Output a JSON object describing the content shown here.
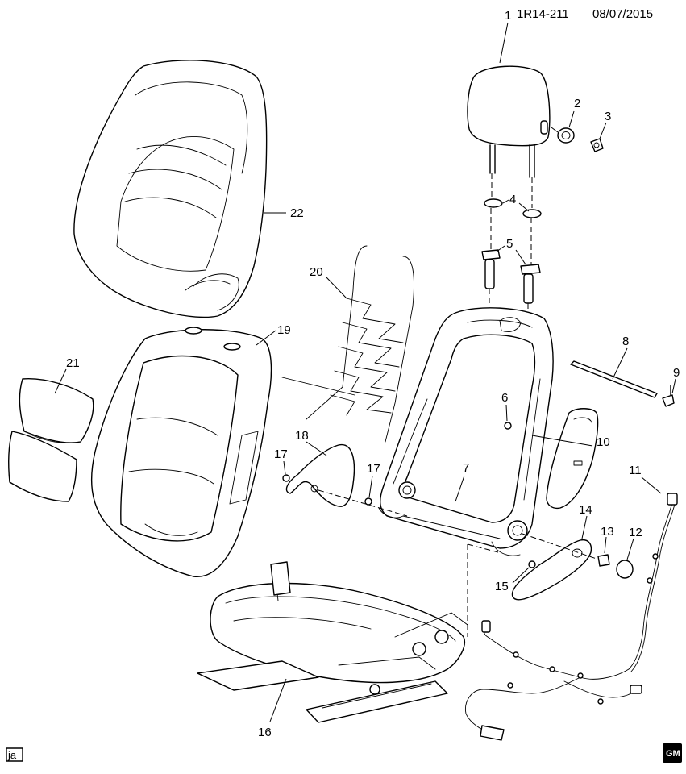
{
  "header": {
    "ref": "1R14-211",
    "date": "08/07/2015"
  },
  "footer": {
    "tag": "ja",
    "logo_text": "GM"
  },
  "callouts": {
    "c1": "1",
    "c2": "2",
    "c3": "3",
    "c4": "4",
    "c5": "5",
    "c6": "6",
    "c7": "7",
    "c8": "8",
    "c9": "9",
    "c10": "10",
    "c11": "11",
    "c12": "12",
    "c13": "13",
    "c14": "14",
    "c15": "15",
    "c16": "16",
    "c17a": "17",
    "c17b": "17",
    "c18": "18",
    "c19": "19",
    "c20": "20",
    "c21": "21",
    "c22": "22"
  }
}
